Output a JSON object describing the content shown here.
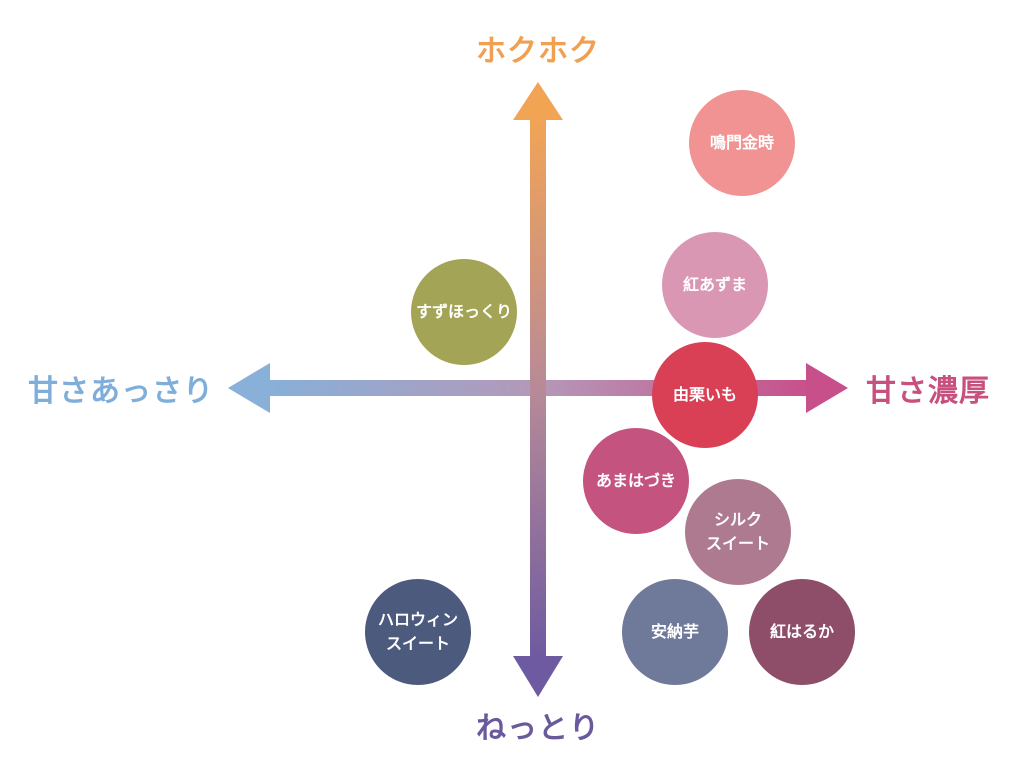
{
  "axes": {
    "top": {
      "label": "ホクホク",
      "color": "#F0A050"
    },
    "bottom": {
      "label": "ねっとり",
      "color": "#6A5A9C"
    },
    "left": {
      "label": "甘さあっさり",
      "color": "#7FAEDB"
    },
    "right": {
      "label": "甘さ濃厚",
      "color": "#C8507F"
    }
  },
  "varieties": [
    {
      "name": "鳴門金時",
      "color": "#F09392"
    },
    {
      "name": "紅あずま",
      "color": "#DA97B3"
    },
    {
      "name": "すずほっくり",
      "color": "#A3A455"
    },
    {
      "name": "由栗いも",
      "color": "#D94056"
    },
    {
      "name": "あまはづき",
      "color": "#C45380"
    },
    {
      "name": "シルク\nスイート",
      "color": "#AE7A8F"
    },
    {
      "name": "ハロウィン\nスイート",
      "color": "#4C5A7D"
    },
    {
      "name": "安納芋",
      "color": "#6F7A9A"
    },
    {
      "name": "紅はるか",
      "color": "#8E4E6A"
    }
  ]
}
